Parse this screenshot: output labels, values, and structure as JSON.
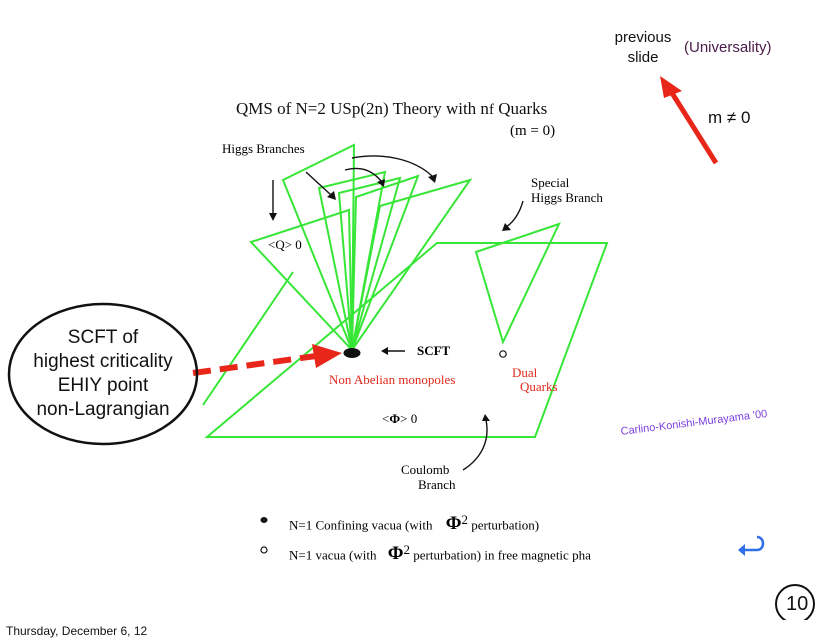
{
  "title": {
    "main": "QMS of N=2 USp(2n) Theory with n",
    "sub_f": "f",
    "tail": " Quarks",
    "mass": "(m = 0)"
  },
  "nav": {
    "previous_line1": "previous",
    "previous_line2": "slide",
    "universality": "(Universality)",
    "m_neq": "m ≠ 0"
  },
  "labels": {
    "higgs_branches": "Higgs Branches",
    "q_vev": "<Q>  0",
    "special_higgs_1": "Special",
    "special_higgs_2": "Higgs Branch",
    "scft": "SCFT",
    "non_abelian": "Non Abelian monopoles",
    "dual_1": "Dual",
    "dual_2": "Quarks",
    "phi_vev_open": "<",
    "phi_symbol": "Φ",
    "phi_vev_close": ">    0",
    "coulomb_1": "Coulomb",
    "coulomb_2": "Branch"
  },
  "scft_box": {
    "line1": "SCFT of",
    "line2": "highest criticality",
    "line3": "EHIY point",
    "line4": "non-Lagrangian"
  },
  "legend": {
    "filled_pre": "N=1  Confining vacua  (with",
    "filled_phi": "Φ",
    "filled_exp": "2",
    "filled_post": " perturbation)",
    "open_pre": "N=1  vacua  (with",
    "open_phi": "Φ",
    "open_exp": "2",
    "open_post": " perturbation) in free magnetic pha"
  },
  "credit": "Carlino-Konishi-Murayama '00",
  "page_number": "10",
  "footer": "Thursday, December 6, 12",
  "colors": {
    "green": "#37e637",
    "red": "#e8261a",
    "purple": "#7b3fe0",
    "blue": "#2f6fe8"
  }
}
